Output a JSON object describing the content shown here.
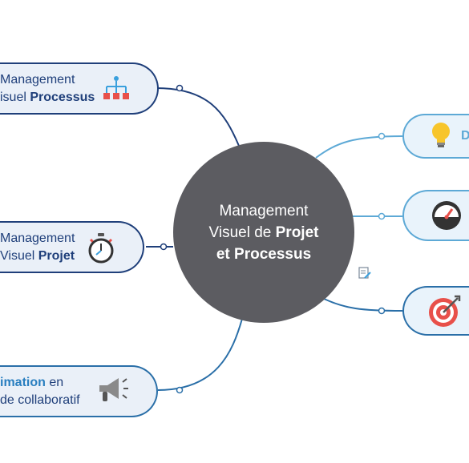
{
  "center": {
    "line1": "Management",
    "line2_plain": "Visuel de ",
    "line2_bold": "Projet",
    "line3_bold": "et Processus"
  },
  "nodes": {
    "processus": {
      "line1": "Management",
      "line2_plain": "isuel ",
      "line2_bold": "Processus",
      "icon": "org-chart-icon"
    },
    "projet": {
      "line1": "Management",
      "line2_plain": "Visuel ",
      "line2_bold": "Projet",
      "icon": "stopwatch-icon"
    },
    "animation": {
      "line1_bold": "imation",
      "line1_plain": " en",
      "line2": "de collaboratif",
      "icon": "megaphone-icon"
    },
    "right_top": {
      "text": "D",
      "icon": "lightbulb-icon"
    },
    "right_mid": {
      "icon": "gauge-icon"
    },
    "right_bot": {
      "icon": "target-icon"
    }
  },
  "edit_icon": "edit-note-icon",
  "colors": {
    "center_fill": "#5c5c61",
    "dark_blue": "#1f3f7a",
    "mid_blue": "#2a6fa8",
    "light_blue": "#5da9d6",
    "node_fill": "#eaf0f8"
  }
}
